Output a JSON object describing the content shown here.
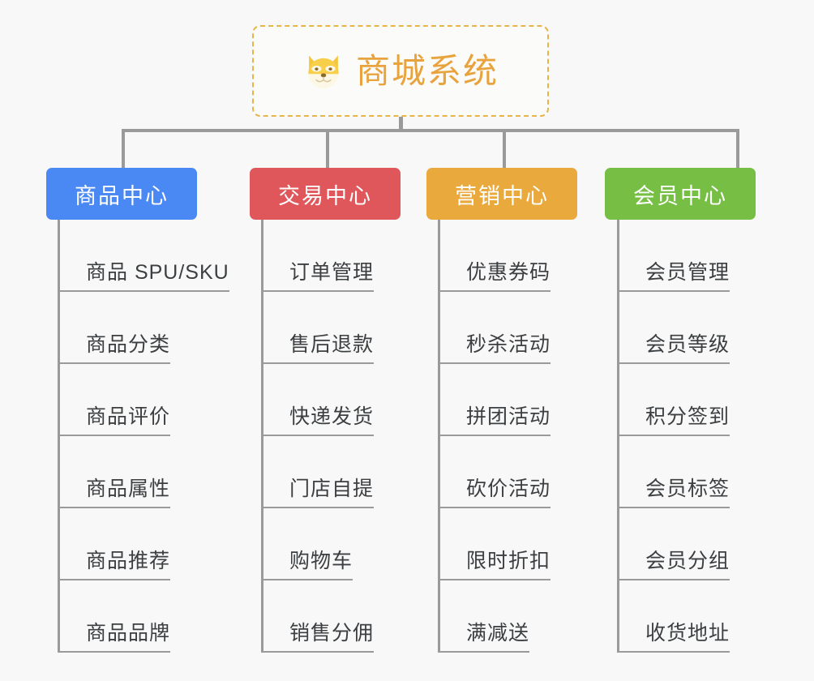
{
  "root": {
    "title": "商城系统",
    "icon": "dog-face-icon",
    "border_color": "#e8b44a",
    "text_color": "#e8a33d"
  },
  "connector_color": "#9a9a9a",
  "background_color": "#f8f8f8",
  "columns": [
    {
      "title": "商品中心",
      "color": "#4a89f3",
      "items": [
        "商品 SPU/SKU",
        "商品分类",
        "商品评价",
        "商品属性",
        "商品推荐",
        "商品品牌"
      ]
    },
    {
      "title": "交易中心",
      "color": "#e0575b",
      "items": [
        "订单管理",
        "售后退款",
        "快递发货",
        "门店自提",
        "购物车",
        "销售分佣"
      ]
    },
    {
      "title": "营销中心",
      "color": "#eaa93c",
      "items": [
        "优惠券码",
        "秒杀活动",
        "拼团活动",
        "砍价活动",
        "限时折扣",
        "满减送"
      ]
    },
    {
      "title": "会员中心",
      "color": "#76bf44",
      "items": [
        "会员管理",
        "会员等级",
        "积分签到",
        "会员标签",
        "会员分组",
        "收货地址"
      ]
    }
  ]
}
